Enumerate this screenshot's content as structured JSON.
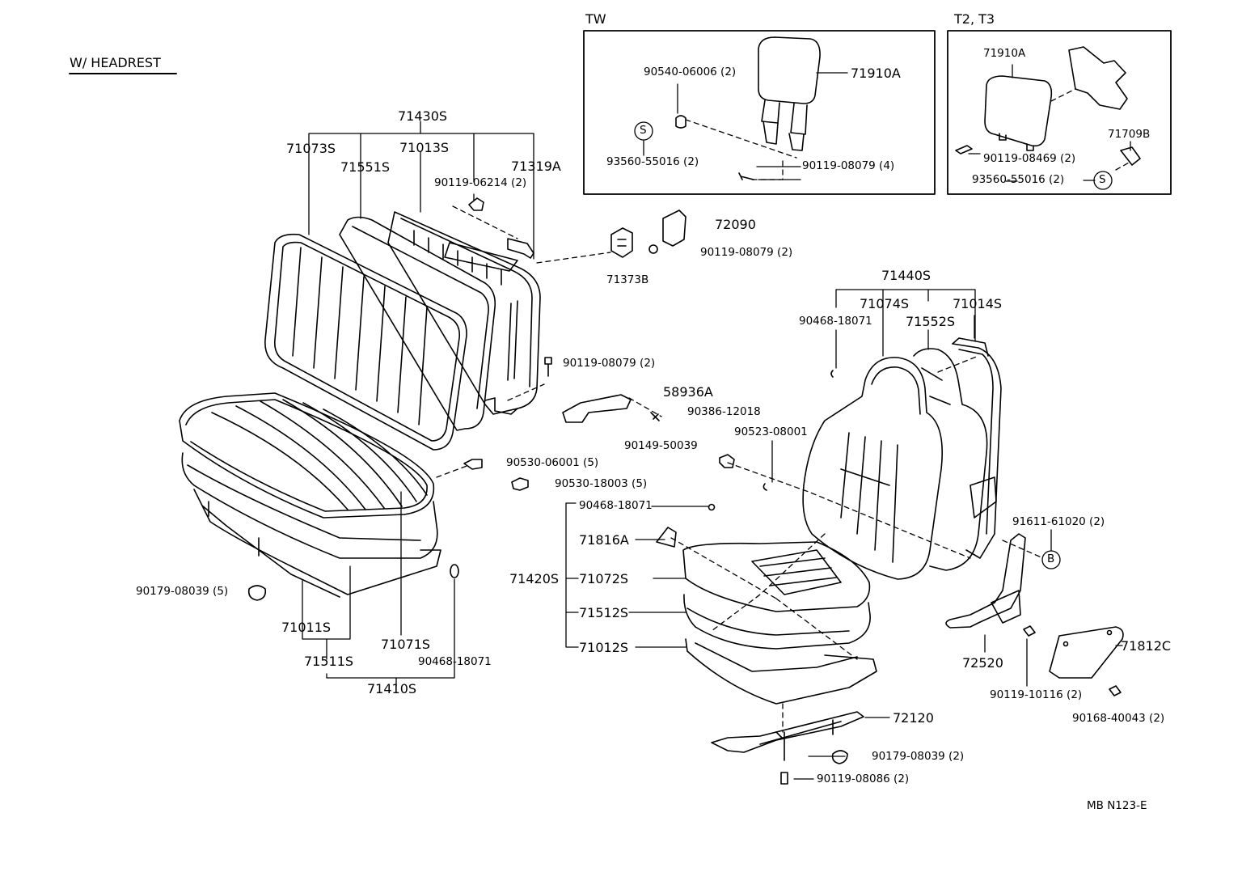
{
  "header": {
    "title": "W/ HEADREST"
  },
  "insets": {
    "tw": "TW",
    "t2t3": "T2, T3"
  },
  "symbols": {
    "s": "S",
    "b": "B"
  },
  "footer": {
    "code": "MB  N123-E"
  },
  "labels": {
    "p71430S": "71430S",
    "p71073S": "71073S",
    "p71551S": "71551S",
    "p71013S": "71013S",
    "p71319A": "71319A",
    "p90119_06214": "90119-06214 (2)",
    "p72090": "72090",
    "p90119_08079_a": "90119-08079 (2)",
    "p71373B": "71373B",
    "p90119_08079_b": "90119-08079 (2)",
    "p58936A": "58936A",
    "p90149_50039": "90149-50039",
    "p90530_06001": "90530-06001 (5)",
    "p90530_18003": "90530-18003 (5)",
    "p90179_08039_a": "90179-08039 (5)",
    "p71011S": "71011S",
    "p71511S": "71511S",
    "p71071S": "71071S",
    "p90468_18071_a": "90468-18071",
    "p71410S": "71410S",
    "tw_90540": "90540-06006 (2)",
    "tw_71910A": "71910A",
    "tw_93560": "93560-55016 (2)",
    "tw_90119": "90119-08079 (4)",
    "t2_71910A": "71910A",
    "t2_71709B": "71709B",
    "t2_90119": "90119-08469 (2)",
    "t2_93560": "93560-55016 (2)",
    "p71440S": "71440S",
    "p71074S": "71074S",
    "p71014S": "71014S",
    "p90468_18071_b": "90468-18071",
    "p71552S": "71552S",
    "p90386_12018": "90386-12018",
    "p90523_08001": "90523-08001",
    "p90468_18071_c": "90468-18071",
    "p71816A": "71816A",
    "p71420S": "71420S",
    "p71072S": "71072S",
    "p71512S": "71512S",
    "p71012S": "71012S",
    "p91611_61020": "91611-61020 (2)",
    "p72520": "72520",
    "p71812C": "71812C",
    "p90119_10116": "90119-10116 (2)",
    "p90168_40043": "90168-40043 (2)",
    "p72120": "72120",
    "p90179_08039_b": "90179-08039 (2)",
    "p90119_08086": "90119-08086 (2)"
  }
}
